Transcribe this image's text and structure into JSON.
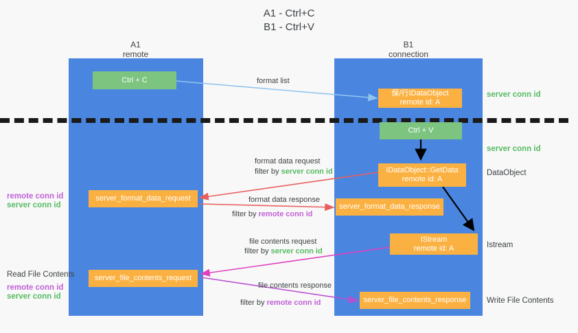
{
  "title": {
    "line1": "A1 - Ctrl+C",
    "line2": "B1 - Ctrl+V"
  },
  "columns": [
    {
      "name": "A1",
      "sub": "remote"
    },
    {
      "name": "B1",
      "sub": "connection"
    }
  ],
  "boxes": {
    "ctrl_c": {
      "line1": "Ctrl + C"
    },
    "recv_dataobject": {
      "line1": "保/行IDataObject",
      "line2": "remote id: A"
    },
    "ctrl_v": {
      "line1": "Ctrl + V"
    },
    "getdata": {
      "line1": "IDataObject::GetData",
      "line2": "remote id: A"
    },
    "fmt_req": {
      "line1": "server_format_data_request"
    },
    "fmt_resp": {
      "line1": "server_format_data_response"
    },
    "istream": {
      "line1": "IStream",
      "line2": "remote id: A"
    },
    "file_req": {
      "line1": "server_file_contents_request"
    },
    "file_resp": {
      "line1": "server_file_contents_response"
    }
  },
  "right_labels": {
    "server_conn_top": "server conn id",
    "server_conn_mid": "server conn id",
    "dataobject": "DataObject",
    "istream": "Istream",
    "write_file_contents": "Write File Contents"
  },
  "left_labels": {
    "remote_conn_1": "remote conn id",
    "server_conn_1": "server conn id",
    "read_file_contents": "Read File Contents",
    "remote_conn_2": "remote conn id",
    "server_conn_2": "server conn id"
  },
  "edges": {
    "format_list": "format list",
    "format_data_request": "format data request",
    "filter_by": "filter by ",
    "server_conn_id": "server conn id",
    "format_data_response": "format data response",
    "remote_conn_id": "remote conn id",
    "file_contents_request": "file contents request",
    "file_contents_response": "file contents response"
  },
  "colors": {
    "lane": "#4a86e0",
    "green_box": "#7cc47f",
    "orange_box": "#fbb141",
    "green_text": "#57bb63",
    "purple_text": "#c15fd6",
    "red_arrow": "#e8605d",
    "magenta_arrow": "#e040c0",
    "purple_arrow": "#b84fd0",
    "light_blue_arrow": "#8fc4ef",
    "black_arrow": "#000000",
    "background": "#f8f8f8"
  }
}
